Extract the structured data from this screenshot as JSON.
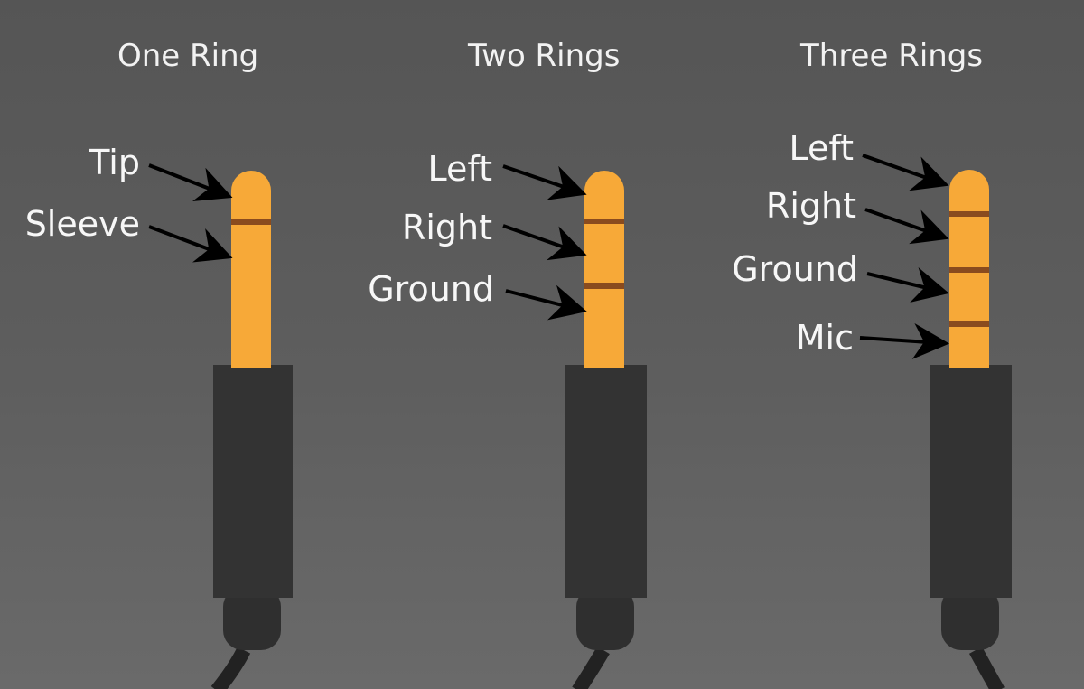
{
  "colors": {
    "background": "#5a5a5a",
    "plug_tip": "#f7a938",
    "ring_band": "#8a4b1e",
    "plug_body": "#333333",
    "cable": "#222222",
    "text": "#f5f5f5",
    "arrow": "#000000"
  },
  "connectors": [
    {
      "title": "One Ring",
      "labels": [
        "Tip",
        "Sleeve"
      ]
    },
    {
      "title": "Two Rings",
      "labels": [
        "Left",
        "Right",
        "Ground"
      ]
    },
    {
      "title": "Three Rings",
      "labels": [
        "Left",
        "Right",
        "Ground",
        "Mic"
      ]
    }
  ]
}
